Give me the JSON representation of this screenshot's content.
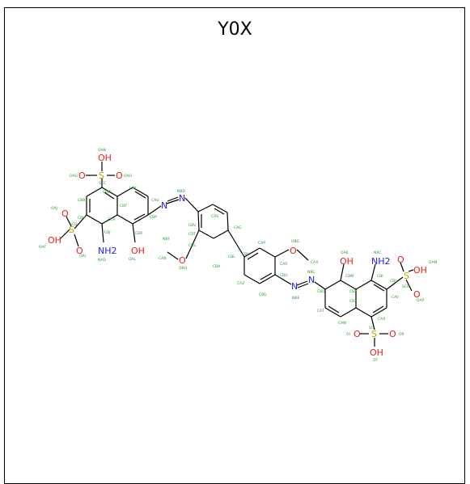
{
  "title": "Y0X",
  "colors": {
    "sulfur": "#b8a000",
    "oxygen": "#e02020",
    "nitrogen": "#2020e0",
    "atom_label": "#2a9a2a",
    "bond": "#000000"
  },
  "heteroatoms": [
    "OH",
    "O",
    "S",
    "O",
    "O",
    "S",
    "O",
    "OH",
    "NH2",
    "OH",
    "N",
    "N",
    "O",
    "O",
    "N",
    "N",
    "OH",
    "NH2",
    "S",
    "OH",
    "O",
    "O",
    "S",
    "O",
    "O",
    "OH"
  ],
  "atom_ids": [
    "OAN",
    "OAG",
    "SCC",
    "OAH",
    "CBW",
    "CBB",
    "CAY",
    "CAU",
    "OAJ",
    "CBY",
    "CBV",
    "SCD",
    "CCA",
    "CBP",
    "OAF",
    "CBJ",
    "CBR",
    "OAI",
    "OAL",
    "NAD",
    "NBF",
    "NBD",
    "CAS",
    "CAG",
    "CBT",
    "CBS",
    "CBV",
    "CAN",
    "OBH",
    "CBA",
    "CBL",
    "CAP",
    "OBG",
    "CAZ",
    "CBK",
    "CAR",
    "CAA",
    "CBU",
    "CBG",
    "NBE",
    "NBC",
    "OAK",
    "NAC",
    "OAM",
    "CBM",
    "CBI",
    "CBU",
    "SCE",
    "CBQ",
    "CBZ",
    "CBX",
    "CAV",
    "CAT",
    "CAW",
    "CAX",
    "OAP",
    "OI",
    "OR",
    "OT",
    "SC"
  ]
}
